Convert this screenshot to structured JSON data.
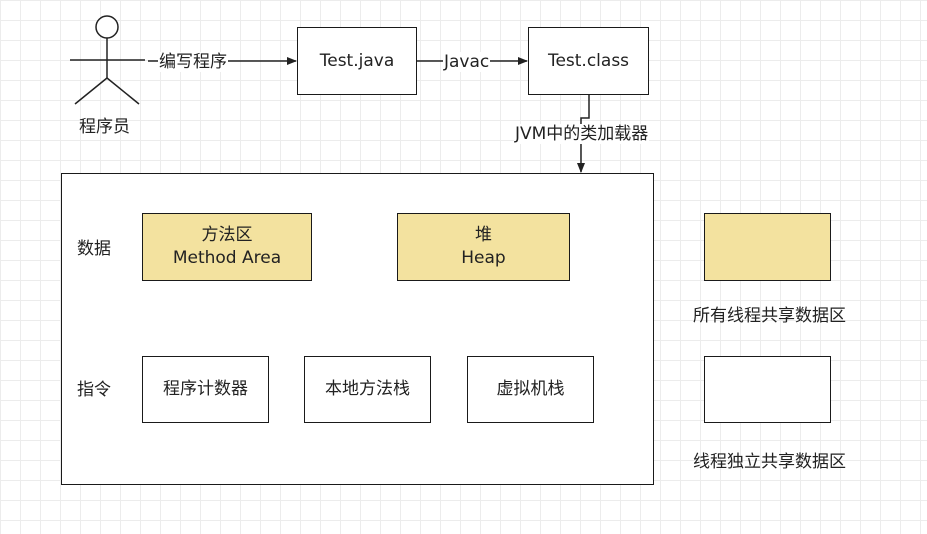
{
  "actor": {
    "label": "程序员"
  },
  "edges": {
    "write": "编写程序",
    "javac": "Javac",
    "loader": "JVM中的类加载器"
  },
  "nodes": {
    "test_java": "Test.java",
    "test_class": "Test.class"
  },
  "jvm": {
    "row_data_label": "数据",
    "row_instr_label": "指令",
    "method_area": {
      "line1": "方法区",
      "line2": "Method Area"
    },
    "heap": {
      "line1": "堆",
      "line2": "Heap"
    },
    "pc_register": "程序计数器",
    "native_stack": "本地方法栈",
    "vm_stack": "虚拟机栈"
  },
  "legend": {
    "shared": "所有线程共享数据区",
    "private": "线程独立共享数据区"
  },
  "colors": {
    "shared_fill": "#f3e29f",
    "private_fill": "#ffffff"
  }
}
